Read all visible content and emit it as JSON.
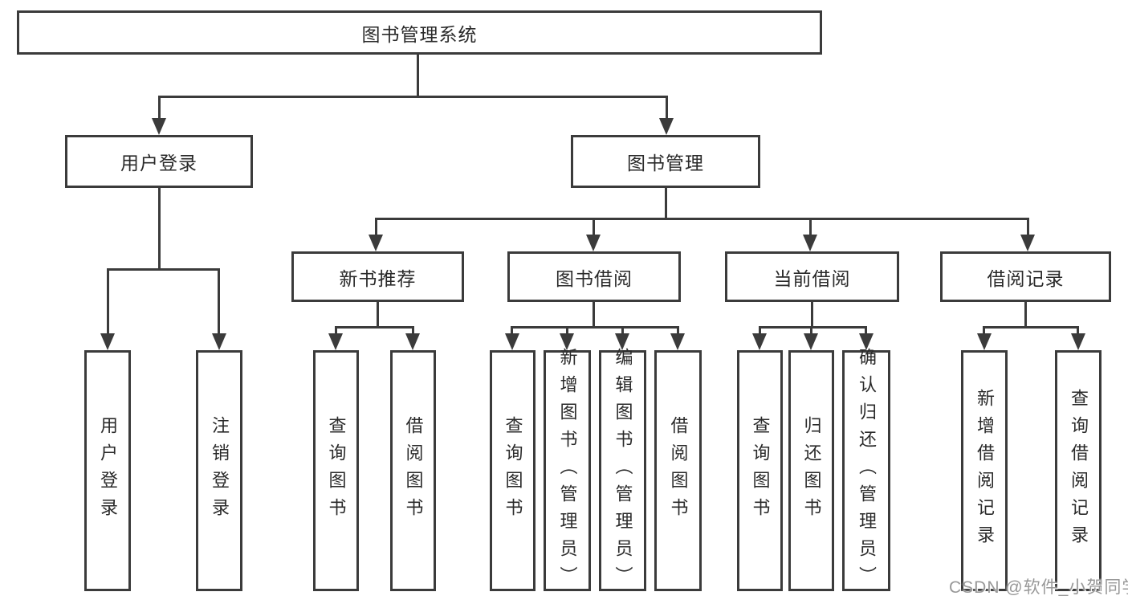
{
  "colors": {
    "line": "#3b3b3b",
    "text": "#2a2a2a",
    "box_background": "#ffffff",
    "watermark": "#989898"
  },
  "root": {
    "label": "图书管理系统"
  },
  "branches": [
    {
      "label": "用户登录",
      "children": [
        {
          "label": "用户登录"
        },
        {
          "label": "注销登录"
        }
      ]
    },
    {
      "label": "图书管理",
      "children": [
        {
          "label": "新书推荐",
          "children": [
            {
              "label": "查询图书"
            },
            {
              "label": "借阅图书"
            }
          ]
        },
        {
          "label": "图书借阅",
          "children": [
            {
              "label": "查询图书"
            },
            {
              "label": "新增图书（管理员）"
            },
            {
              "label": "编辑图书（管理员）"
            },
            {
              "label": "借阅图书"
            }
          ]
        },
        {
          "label": "当前借阅",
          "children": [
            {
              "label": "查询图书"
            },
            {
              "label": "归还图书"
            },
            {
              "label": "确认归还（管理员）"
            }
          ]
        },
        {
          "label": "借阅记录",
          "children": [
            {
              "label": "新增借阅记录"
            },
            {
              "label": "查询借阅记录"
            }
          ]
        }
      ]
    }
  ],
  "watermark": {
    "text": "CSDN @软件_小贺同学"
  }
}
